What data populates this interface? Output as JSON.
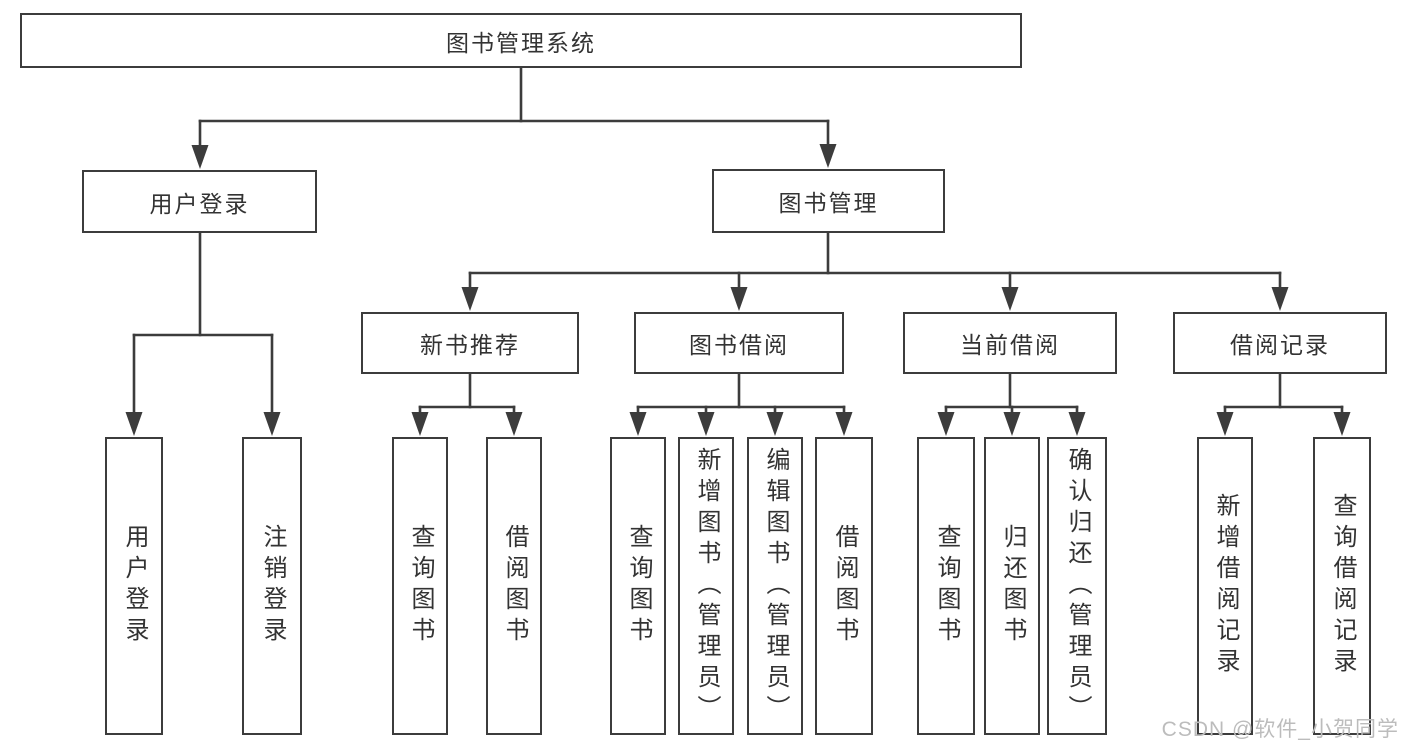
{
  "tree": {
    "root": "图书管理系统",
    "branches": [
      {
        "label": "用户登录",
        "children": [
          "用户登录",
          "注销登录"
        ]
      },
      {
        "label": "图书管理",
        "groups": [
          {
            "label": "新书推荐",
            "children": [
              "查询图书",
              "借阅图书"
            ]
          },
          {
            "label": "图书借阅",
            "children": [
              "查询图书",
              "新增图书（管理员）",
              "编辑图书（管理员）",
              "借阅图书"
            ]
          },
          {
            "label": "当前借阅",
            "children": [
              "查询图书",
              "归还图书",
              "确认归还（管理员）"
            ]
          },
          {
            "label": "借阅记录",
            "children": [
              "新增借阅记录",
              "查询借阅记录"
            ]
          }
        ]
      }
    ]
  },
  "watermark": "CSDN @软件_小贺同学",
  "colors": {
    "line": "#3c3c3c",
    "text": "#333333",
    "background": "#ffffff",
    "watermark": "#bcbcbc"
  }
}
